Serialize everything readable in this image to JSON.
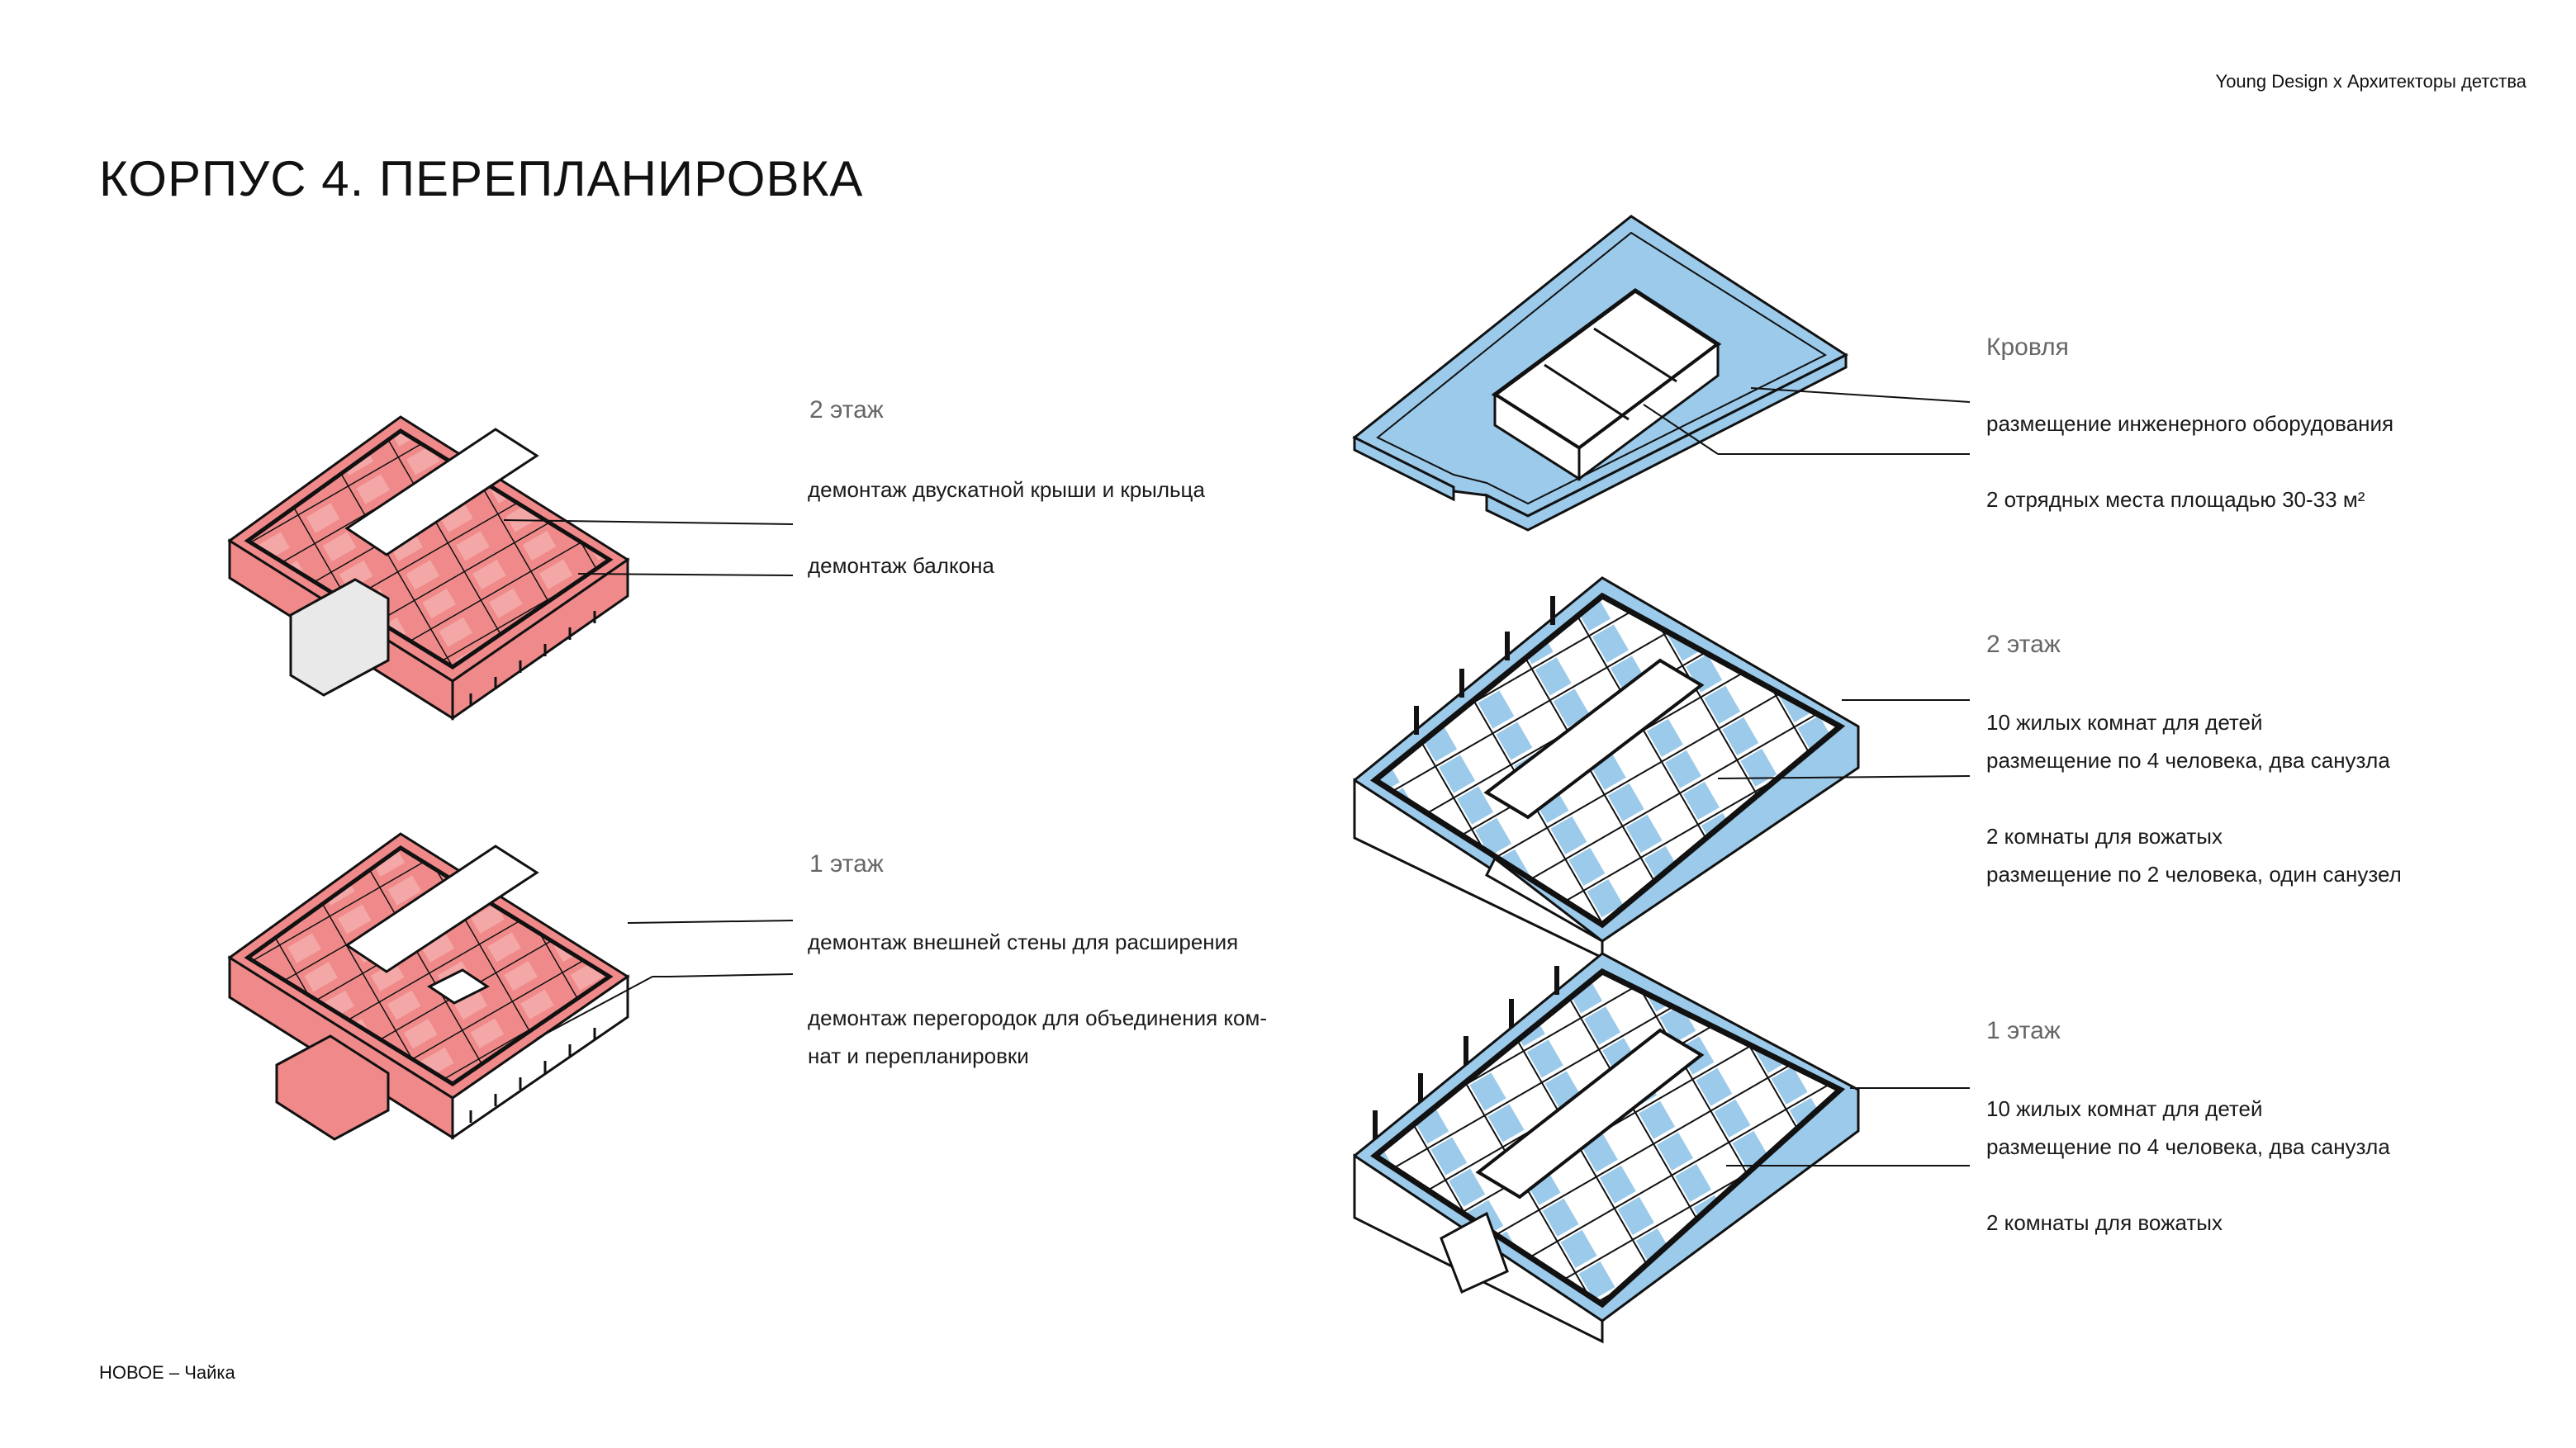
{
  "header": {
    "brand": "Young Design х Архитекторы детства",
    "title": "КОРПУС 4. ПЕРЕПЛАНИРОВКА"
  },
  "footer": {
    "project": "НОВОЕ – Чайка"
  },
  "colors": {
    "demolition": "#F08A8A",
    "new_plan": "#9CCAEA",
    "line": "#111111"
  },
  "demolition": {
    "floor2": {
      "heading": "2 этаж",
      "notes": [
        "демонтаж двускатной крыши и крыльца",
        "демонтаж балкона"
      ]
    },
    "floor1": {
      "heading": "1 этаж",
      "notes": [
        "демонтаж внешней стены для расширения",
        "демонтаж перегородок для объединения ком-",
        "нат и перепланировки"
      ]
    }
  },
  "new_plan": {
    "roof": {
      "heading": "Кровля",
      "notes": [
        "размещение инженерного оборудования",
        "2 отрядных места площадью 30-33 м²"
      ]
    },
    "floor2": {
      "heading": "2 этаж",
      "notes": [
        "10 жилых комнат для детей",
        "размещение по 4 человека, два санузла",
        "2 комнаты для вожатых",
        "размещение по 2 человека, один санузел"
      ]
    },
    "floor1": {
      "heading": "1 этаж",
      "notes": [
        "10 жилых комнат для детей",
        "размещение по 4 человека, два санузла",
        "2 комнаты для вожатых"
      ]
    }
  }
}
